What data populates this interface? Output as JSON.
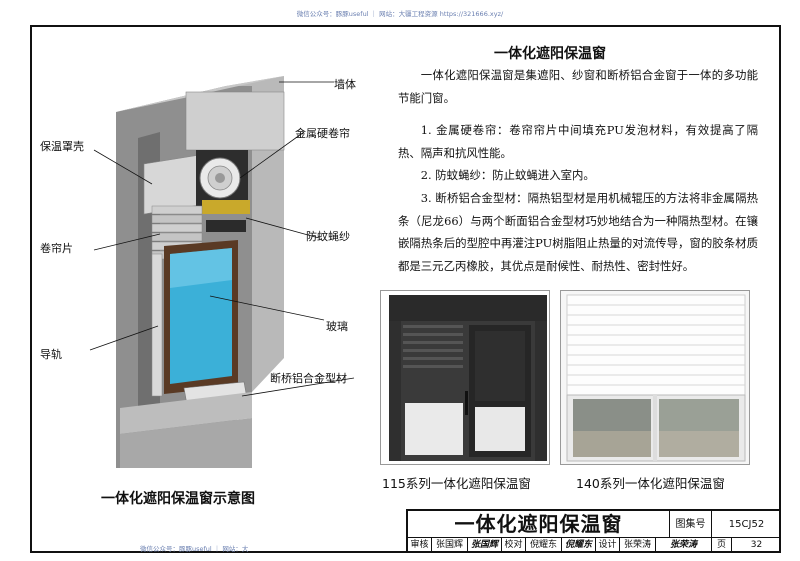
{
  "watermark": {
    "top": "微信公众号：豚豚useful ｜ 网站：大疆工程资源 https://321666.xyz/",
    "bottom": "微信公众号：豚豚useful ｜ 网站：大"
  },
  "diagram": {
    "caption": "一体化遮阳保温窗示意图",
    "labels": {
      "wall": "墙体",
      "cover": "保温罩壳",
      "roller": "金属硬卷帘",
      "screen": "防蚊蝇纱",
      "slats": "卷帘片",
      "glass": "玻璃",
      "rail": "导轨",
      "profile": "断桥铝合金型材"
    }
  },
  "article": {
    "title": "一体化遮阳保温窗",
    "intro": "一体化遮阳保温窗是集遮阳、纱窗和断桥铝合金窗于一体的多功能节能门窗。",
    "item1": "1. 金属硬卷帘：卷帘帘片中间填充PU发泡材料，有效提高了隔热、隔声和抗风性能。",
    "item2": "2. 防蚊蝇纱：防止蚊蝇进入室内。",
    "item3": "3. 断桥铝合金型材：隔热铝型材是用机械辊压的方法将非金属隔热条（尼龙66）与两个断面铝合金型材巧妙地结合为一种隔热型材。在镶嵌隔热条后的型腔中再灌注PU树脂阻止热量的对流传导，窗的胶条材质都是三元乙丙橡胶，其优点是耐候性、耐热性、密封性好。"
  },
  "photos": {
    "a_caption": "115系列一体化遮阳保温窗",
    "b_caption": "140系列一体化遮阳保温窗"
  },
  "title_block": {
    "title": "一体化遮阳保温窗",
    "atlas_label": "图集号",
    "atlas_no": "15CJ52",
    "review_label": "审核",
    "review_name": "张国辉",
    "review_sig": "张国辉",
    "check_label": "校对",
    "check_name": "倪耀东",
    "check_sig": "倪耀东",
    "design_label": "设计",
    "design_name": "张荣涛",
    "design_sig": "张荣涛",
    "page_label": "页",
    "page_no": "32"
  },
  "colors": {
    "wall": "#8a8a8a",
    "glass": "#3bb0d8",
    "frame": "#3a3a3a",
    "slat": "#bfbfbf"
  }
}
